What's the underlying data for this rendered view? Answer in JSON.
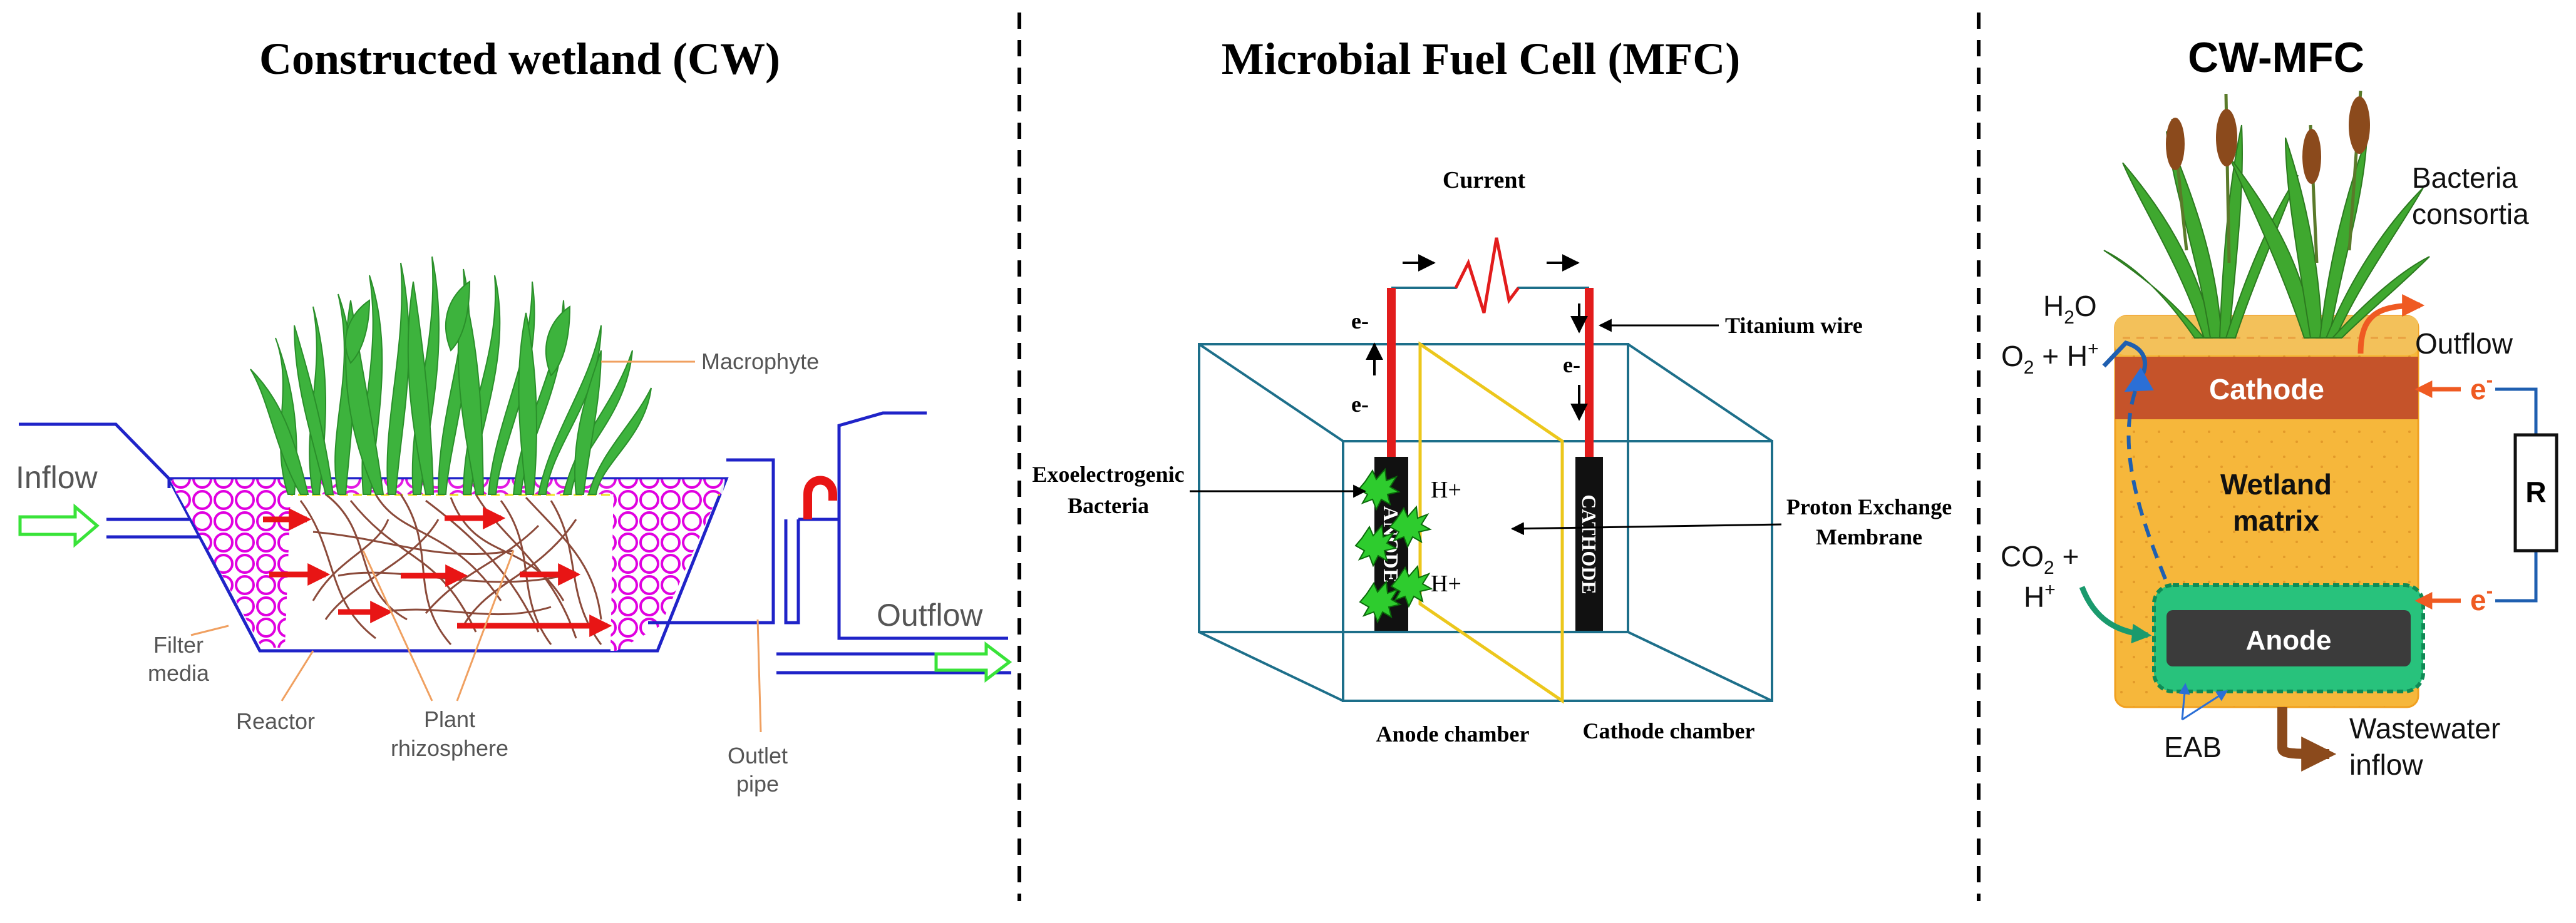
{
  "cw": {
    "title": "Constructed wetland (CW)",
    "inflow": "Inflow",
    "outflow": "Outflow",
    "macrophyte": "Macrophyte",
    "filter_media_1": "Filter",
    "filter_media_2": "media",
    "reactor": "Reactor",
    "rhizosphere_1": "Plant",
    "rhizosphere_2": "rhizosphere",
    "outlet_1": "Outlet",
    "outlet_2": "pipe"
  },
  "mfc": {
    "title": "Microbial Fuel Cell (MFC)",
    "current": "Current",
    "titanium_wire": "Titanium wire",
    "exo_1": "Exoelectrogenic",
    "exo_2": "Bacteria",
    "pem_1": "Proton Exchange",
    "pem_2": "Membrane",
    "anode": "ANODE",
    "cathode": "CATHODE",
    "h_plus": "H+",
    "e_minus": "e-",
    "anode_chamber": "Anode chamber",
    "cathode_chamber": "Cathode chamber"
  },
  "cwmfc": {
    "title": "CW-MFC",
    "bacteria_1": "Bacteria",
    "bacteria_2": "consortia",
    "h2o": "H",
    "h2o_sub": "2",
    "h2o_end": "O",
    "o2": "O",
    "o2_sub": "2",
    "o2_end": " + H",
    "plus_sup": "+",
    "outflow": "Outflow",
    "cathode": "Cathode",
    "e": "e",
    "e_sup": "-",
    "wetland_1": "Wetland",
    "wetland_2": "matrix",
    "resistor": "R",
    "co2": "CO",
    "co2_sub": "2",
    "co2_end": " +",
    "h_plus": "H",
    "anode": "Anode",
    "eab": "EAB",
    "wastewater_1": "Wastewater",
    "wastewater_2": "inflow"
  },
  "colors": {
    "blue_line": "#1f23c8",
    "filter_magenta": "#e000e0",
    "plant_green": "#3db33d",
    "arrow_red": "#e81515",
    "box_teal": "#1d6f8a",
    "electrode_red": "#e21c1c",
    "membrane_yellow": "#ecc71c",
    "matrix_orange": "#f6b73b",
    "cathode_brown": "#c5532a",
    "anode_dark": "#3b3b3b",
    "biofilm_green": "#28c27c"
  }
}
